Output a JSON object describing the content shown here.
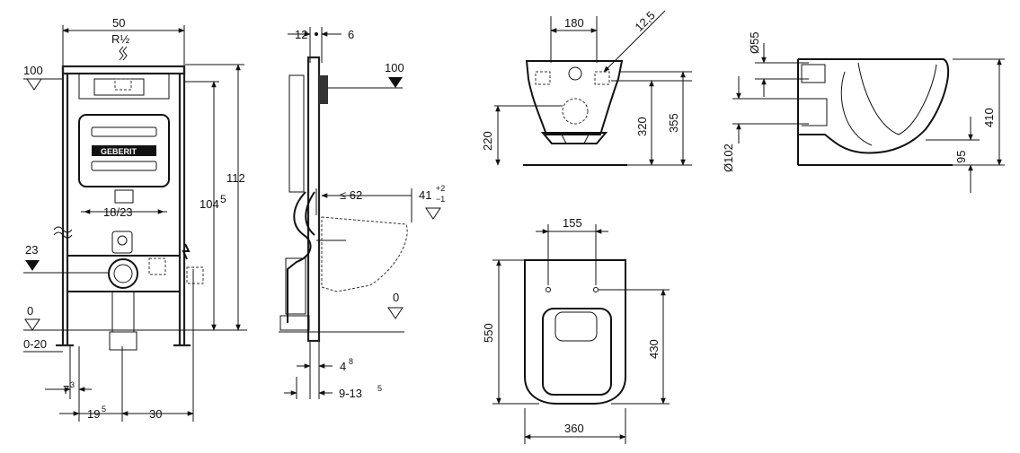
{
  "front_view": {
    "width": "50",
    "thread": "R½",
    "height_total": "112",
    "height_inner": "104",
    "height_inner_sup": "5",
    "level_top": "100",
    "level_mid": "23",
    "level_zero": "0",
    "level_range": "0-20",
    "fixing_spacing": "18/23",
    "dim_offset_a": "7",
    "dim_offset_a_sup": "3",
    "dim_offset_b": "19",
    "dim_offset_b_sup": "5",
    "dim_offset_c": "30",
    "brand": "GEBERIT"
  },
  "side_view": {
    "dim_left": "12",
    "dim_right": "6",
    "level_top": "100",
    "projection": "≤ 62",
    "tolerance_base": "41",
    "tolerance_plus": "+2",
    "tolerance_minus": "−1",
    "level_zero": "0",
    "dim_bottom_a": "4",
    "dim_bottom_a_sup": "8",
    "dim_bottom_b": "9-13",
    "dim_bottom_b_sup": "5"
  },
  "bowl_front": {
    "top_width": "180",
    "diagonal": "12,5",
    "h_a": "220",
    "h_b": "320",
    "h_c": "355"
  },
  "bowl_side": {
    "d_top": "Ø55",
    "d_bottom": "Ø102",
    "h_total": "410",
    "h_low": "95"
  },
  "bowl_top": {
    "hole_spacing": "155",
    "length": "550",
    "seat_length": "430",
    "width": "360"
  }
}
